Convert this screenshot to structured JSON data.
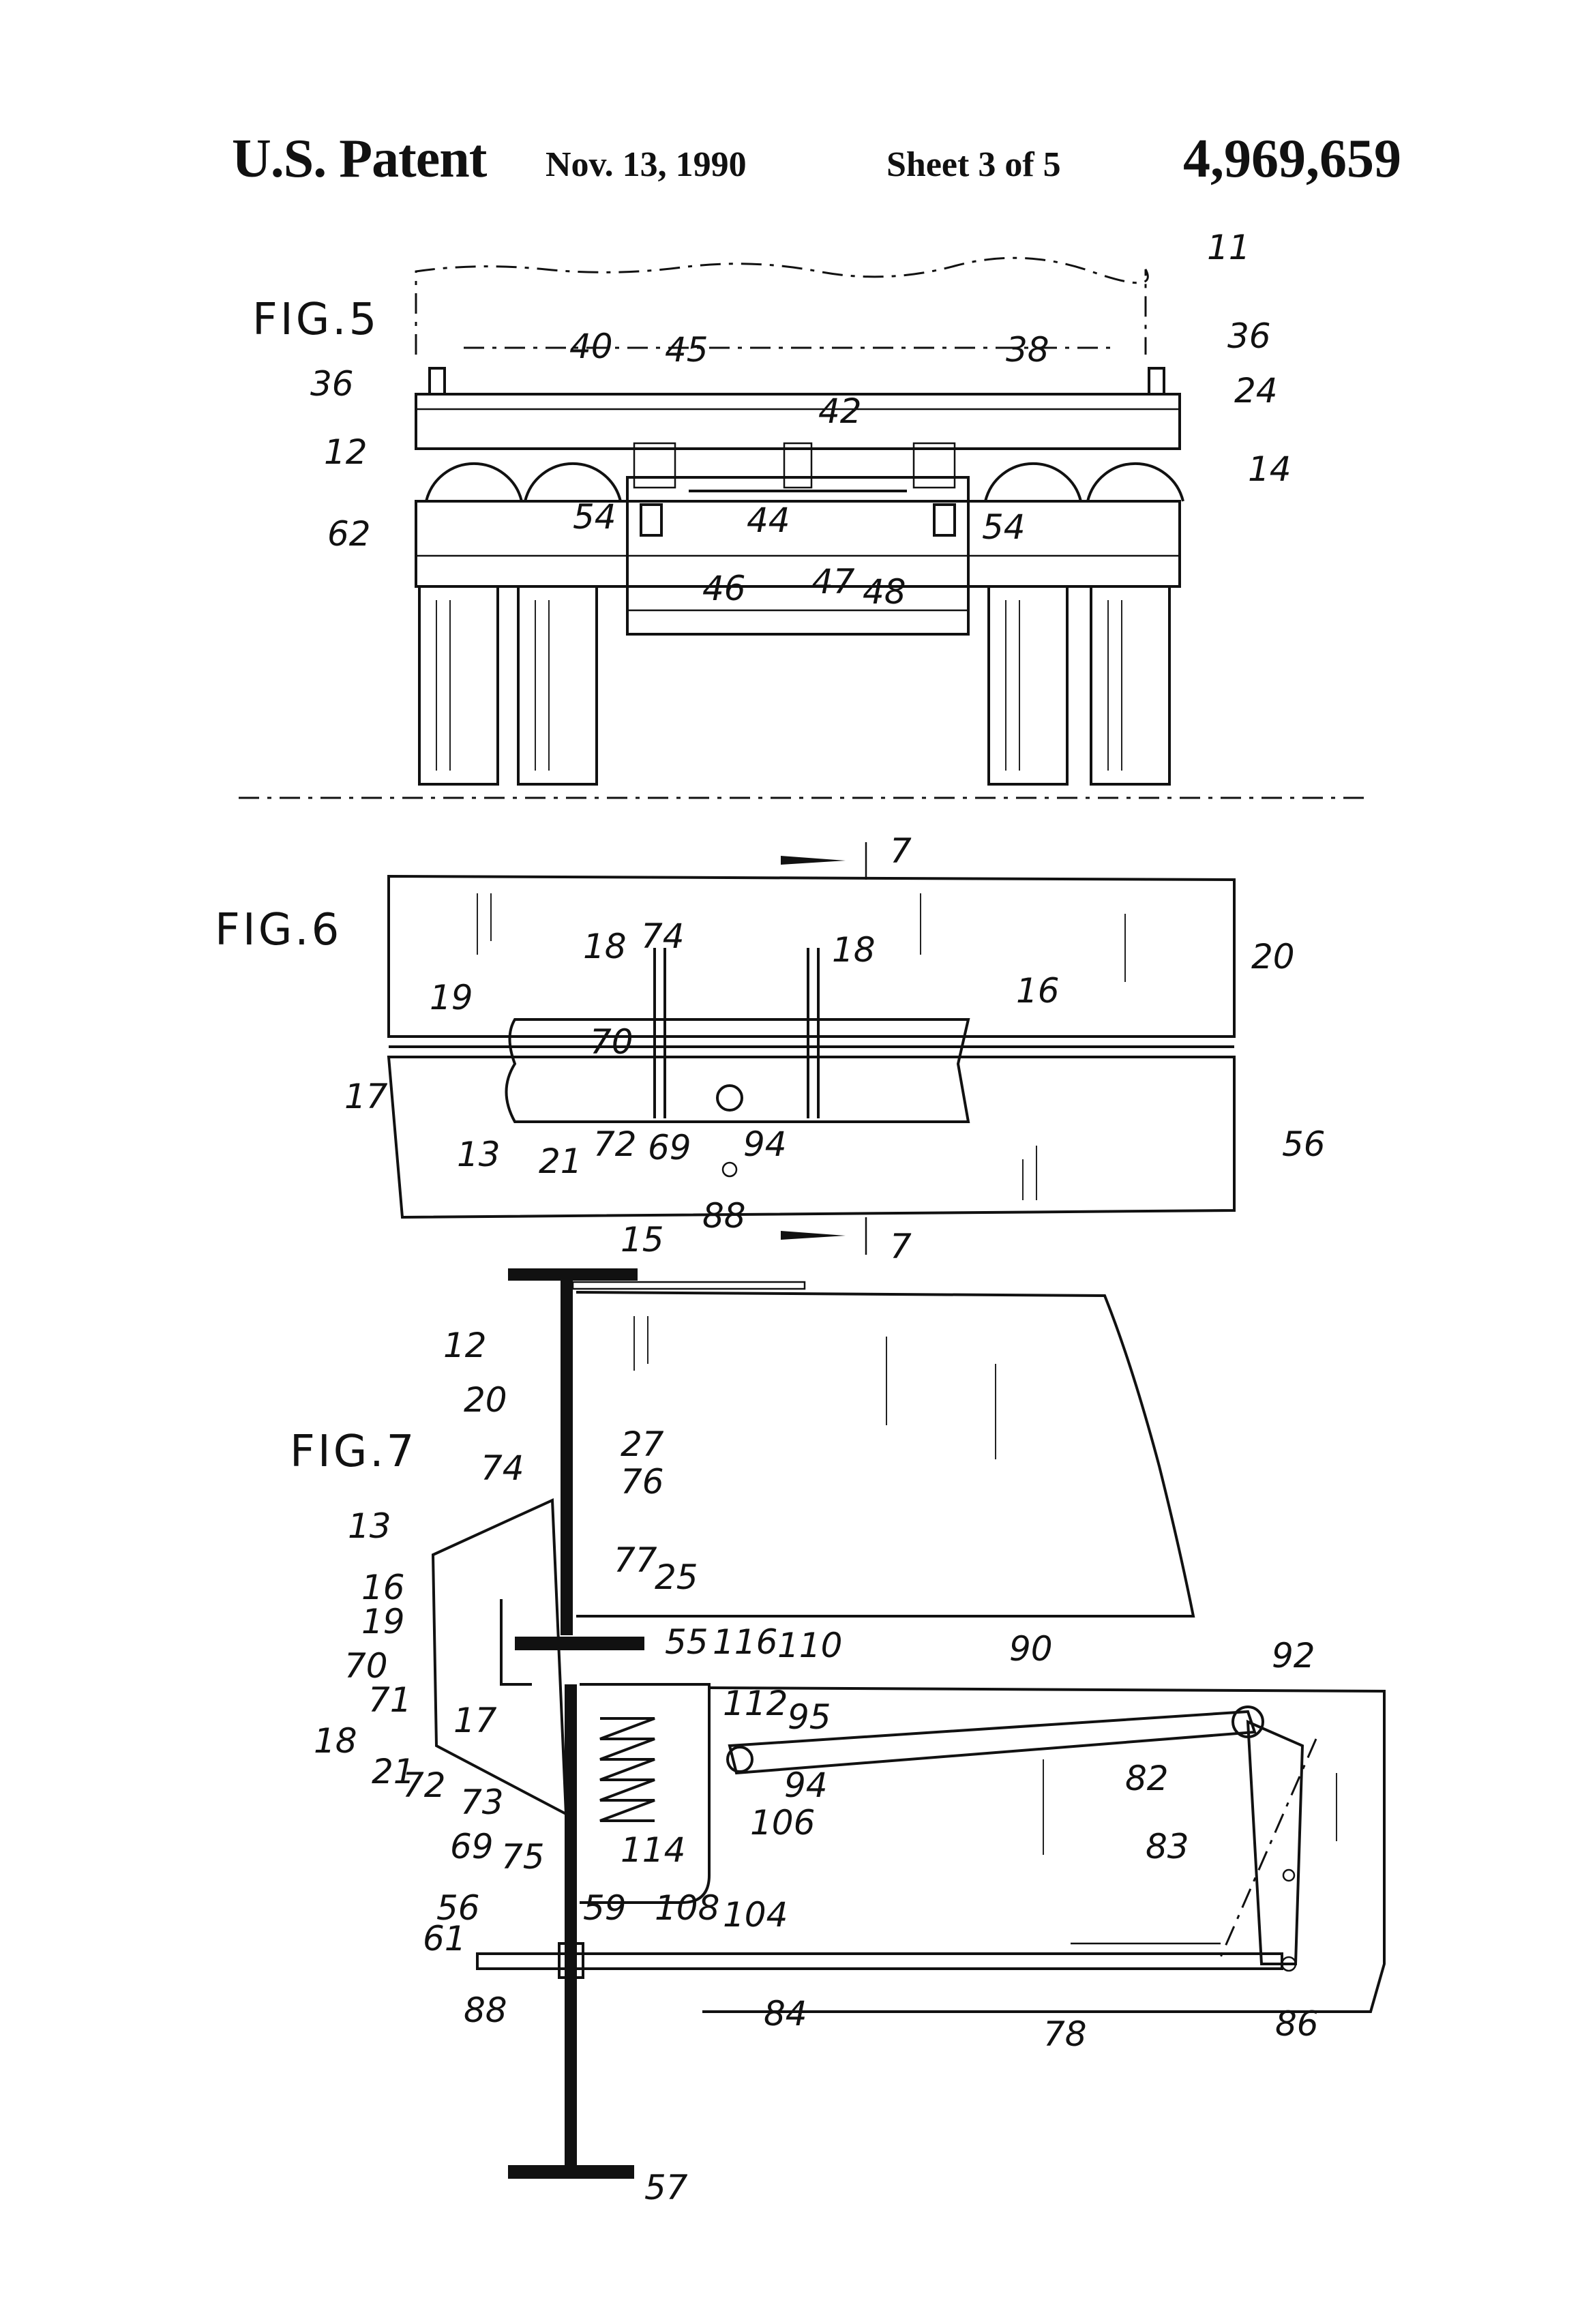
{
  "header": {
    "title": "U.S. Patent",
    "date": "Nov. 13, 1990",
    "sheet": "Sheet 3 of 5",
    "patent_number": "4,969,659"
  },
  "fig5": {
    "caption": "FIG.5",
    "labels": [
      "11",
      "36",
      "36",
      "40",
      "45",
      "38",
      "42",
      "24",
      "12",
      "14",
      "54",
      "44",
      "54",
      "62",
      "46",
      "47",
      "48"
    ]
  },
  "fig6": {
    "caption": "FIG.6",
    "section_marks": [
      "7",
      "7"
    ],
    "labels": [
      "18",
      "74",
      "18",
      "16",
      "20",
      "19",
      "70",
      "17",
      "72",
      "69",
      "94",
      "13",
      "21",
      "56",
      "88"
    ]
  },
  "fig7": {
    "caption": "FIG.7",
    "labels": [
      "15",
      "12",
      "20",
      "27",
      "74",
      "76",
      "13",
      "16",
      "77",
      "25",
      "19",
      "55",
      "116",
      "110",
      "90",
      "92",
      "70",
      "71",
      "112",
      "95",
      "17",
      "18",
      "21",
      "72",
      "73",
      "94",
      "82",
      "83",
      "106",
      "114",
      "69",
      "75",
      "59",
      "108",
      "104",
      "56",
      "61",
      "88",
      "84",
      "78",
      "86",
      "57"
    ]
  }
}
